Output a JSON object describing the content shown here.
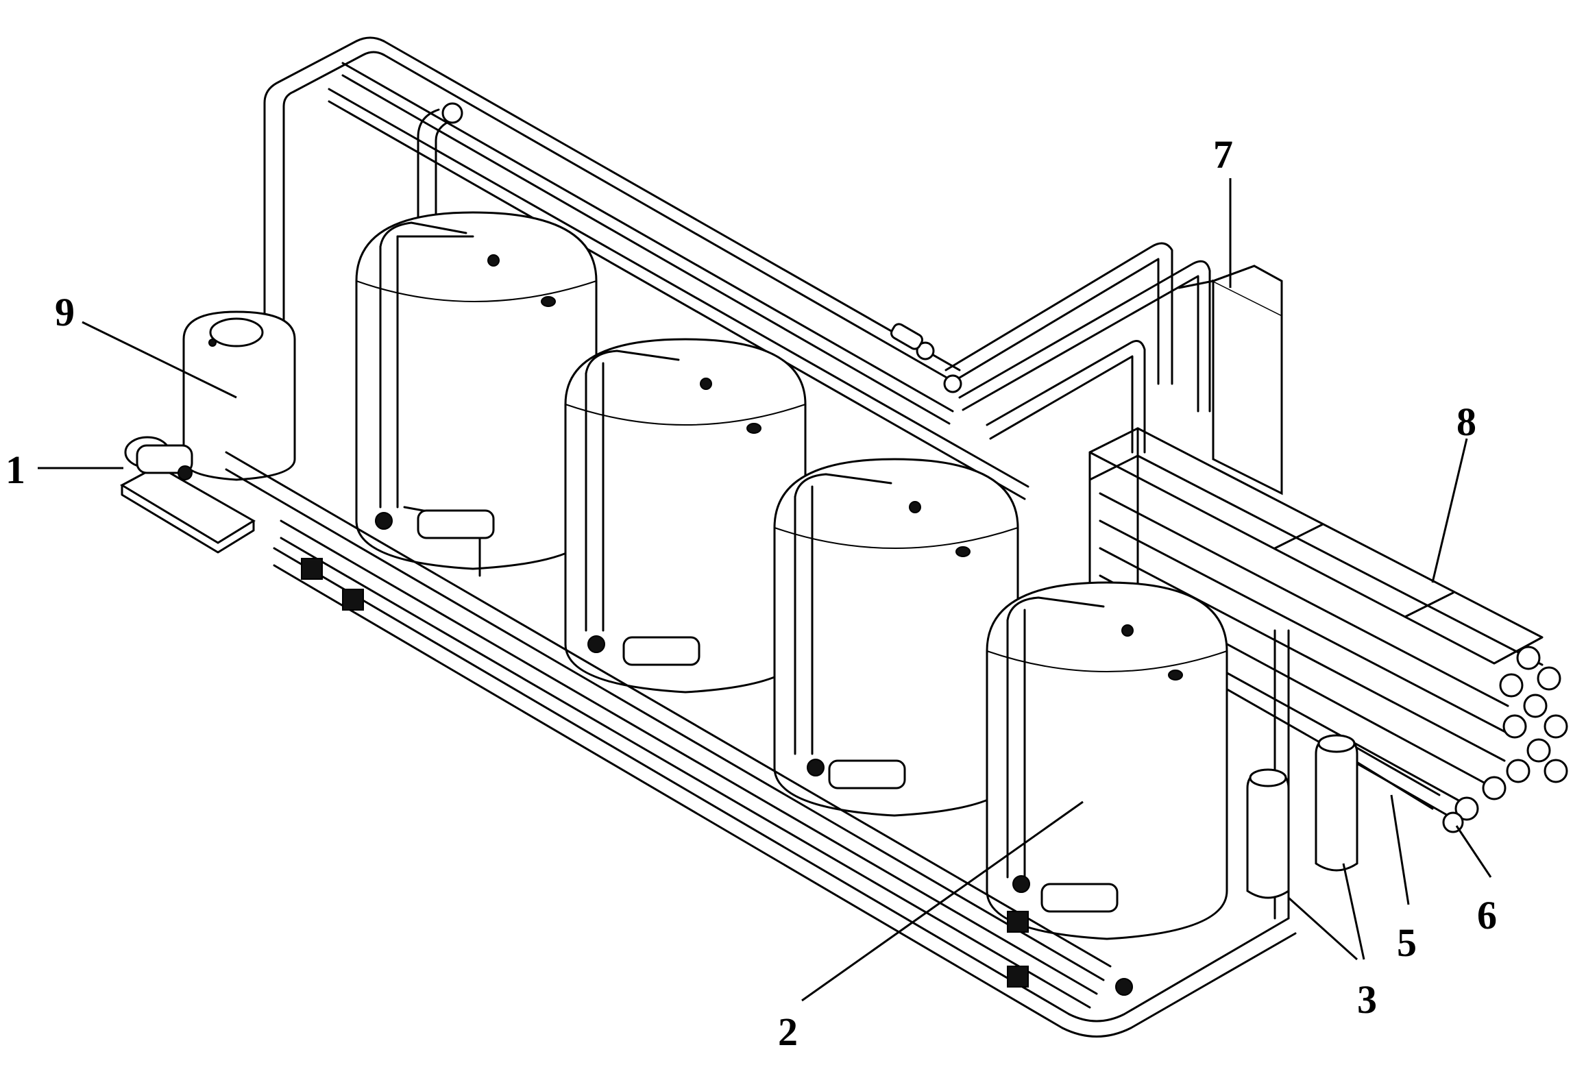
{
  "callouts": [
    {
      "id": "1",
      "text": "1"
    },
    {
      "id": "2",
      "text": "2"
    },
    {
      "id": "3",
      "text": "3"
    },
    {
      "id": "5",
      "text": "5"
    },
    {
      "id": "6",
      "text": "6"
    },
    {
      "id": "7",
      "text": "7"
    },
    {
      "id": "8",
      "text": "8"
    },
    {
      "id": "9",
      "text": "9"
    }
  ],
  "colors": {
    "line": "#000000",
    "background": "#ffffff"
  }
}
